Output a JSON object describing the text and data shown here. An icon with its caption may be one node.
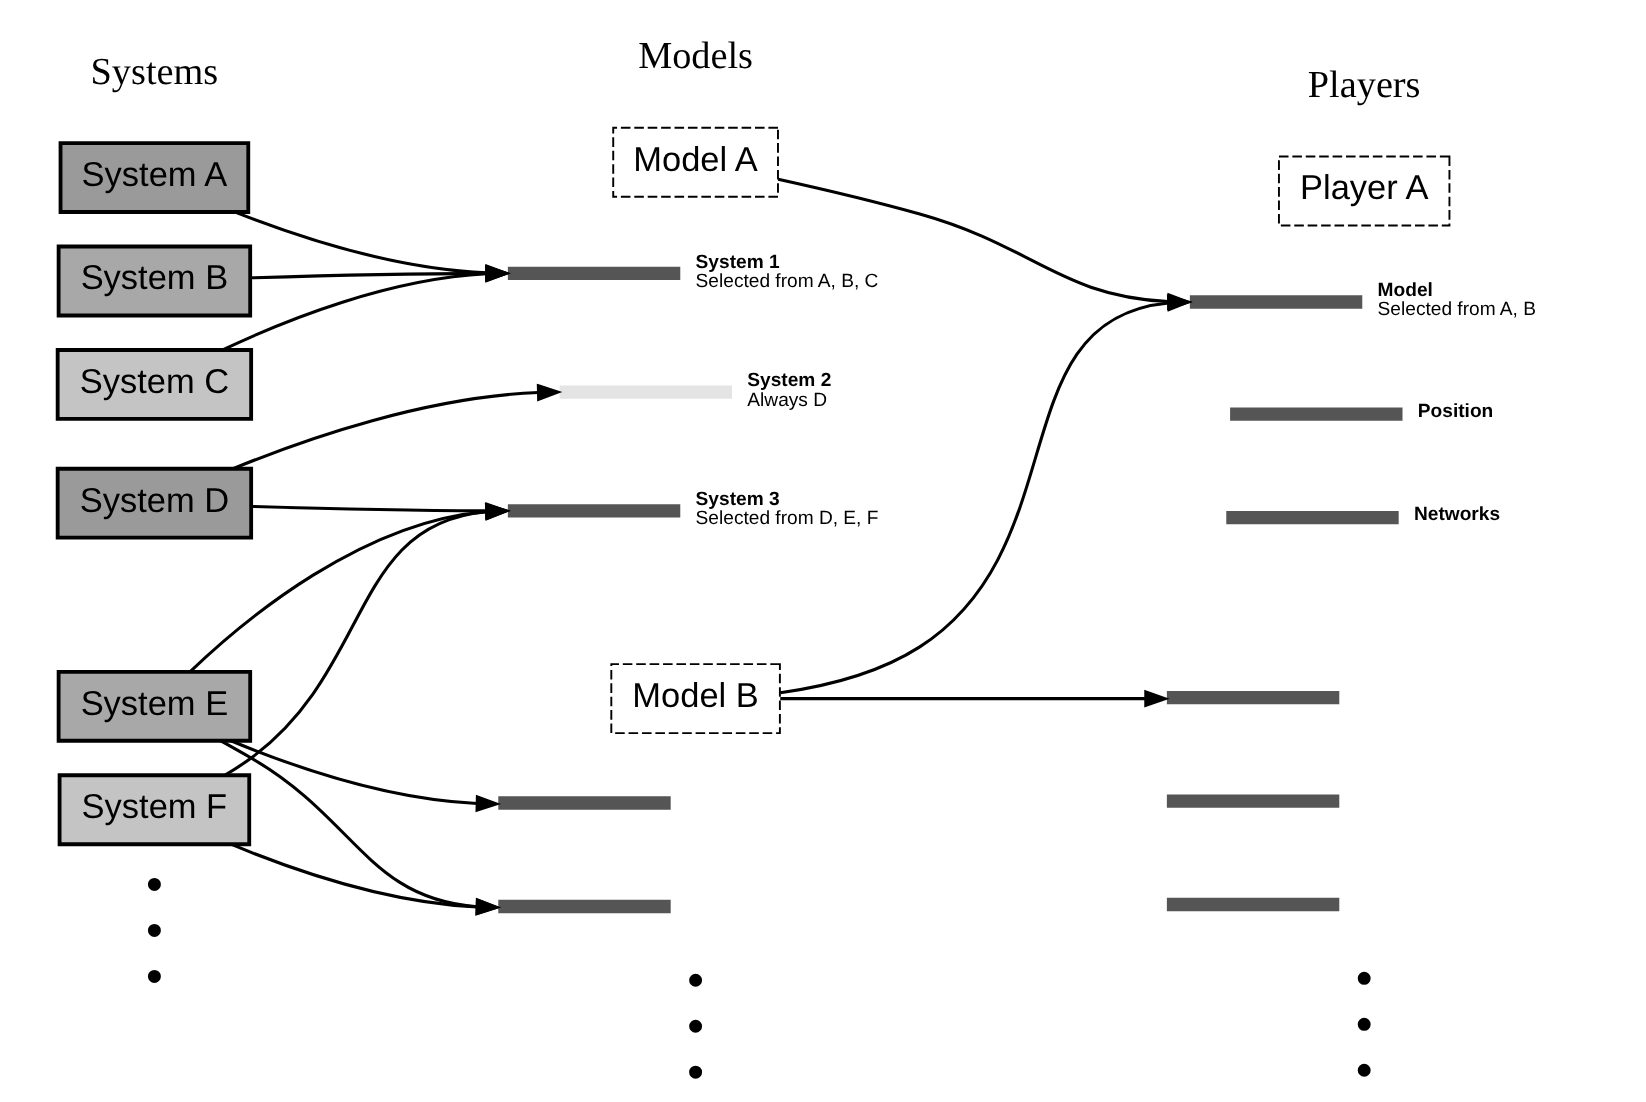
{
  "diagram": {
    "nodes": [
      {
        "text": [
          "System A"
        ]
      },
      {
        "text": [
          "System B"
        ]
      },
      {
        "text": [
          "System C"
        ]
      },
      {
        "text": [
          "System D"
        ]
      },
      {
        "text": [
          "System E"
        ]
      },
      {
        "text": [
          "System F"
        ]
      },
      {
        "text": [
          "Model A"
        ]
      },
      {
        "text": [],
        "shape": "bar",
        "beside": [
          "System 1",
          "Selected from A, B, C"
        ]
      },
      {
        "text": [],
        "shape": "bar",
        "beside": [
          "System 2",
          "Always D"
        ]
      },
      {
        "text": [],
        "shape": "bar",
        "beside": [
          "System 3",
          "Selected from D, E, F"
        ]
      },
      {
        "text": [
          "Model B"
        ]
      },
      {
        "text": [],
        "shape": "bar"
      },
      {
        "text": [],
        "shape": "bar"
      },
      {
        "text": [
          "Player A"
        ]
      },
      {
        "text": [],
        "shape": "bar",
        "beside": [
          "Model",
          "Selected from A, B"
        ]
      },
      {
        "text": [],
        "shape": "bar",
        "beside": [
          "Position"
        ]
      },
      {
        "text": [],
        "shape": "bar",
        "beside": [
          "Networks"
        ]
      },
      {
        "text": [],
        "shape": "bar"
      },
      {
        "text": [],
        "shape": "bar"
      },
      {
        "text": [],
        "shape": "bar"
      }
    ],
    "edges": [
      {
        "from": 0,
        "to": 7,
        "arrow": "to"
      },
      {
        "from": 1,
        "to": 7,
        "arrow": "to"
      },
      {
        "from": 2,
        "to": 7,
        "arrow": "to"
      },
      {
        "from": 3,
        "to": 8,
        "arrow": "to"
      },
      {
        "from": 3,
        "to": 9,
        "arrow": "to"
      },
      {
        "from": 4,
        "to": 9,
        "arrow": "to"
      },
      {
        "from": 5,
        "to": 9,
        "arrow": "to"
      },
      {
        "from": 4,
        "to": 11,
        "arrow": "to"
      },
      {
        "from": 4,
        "to": 12,
        "arrow": "to"
      },
      {
        "from": 5,
        "to": 12,
        "arrow": "to"
      },
      {
        "from": 6,
        "to": 14,
        "arrow": "to"
      },
      {
        "from": 10,
        "to": 14,
        "arrow": "to"
      },
      {
        "from": 10,
        "to": 17,
        "arrow": "to"
      }
    ],
    "labels": [
      "Systems",
      "Models",
      "Players"
    ]
  }
}
